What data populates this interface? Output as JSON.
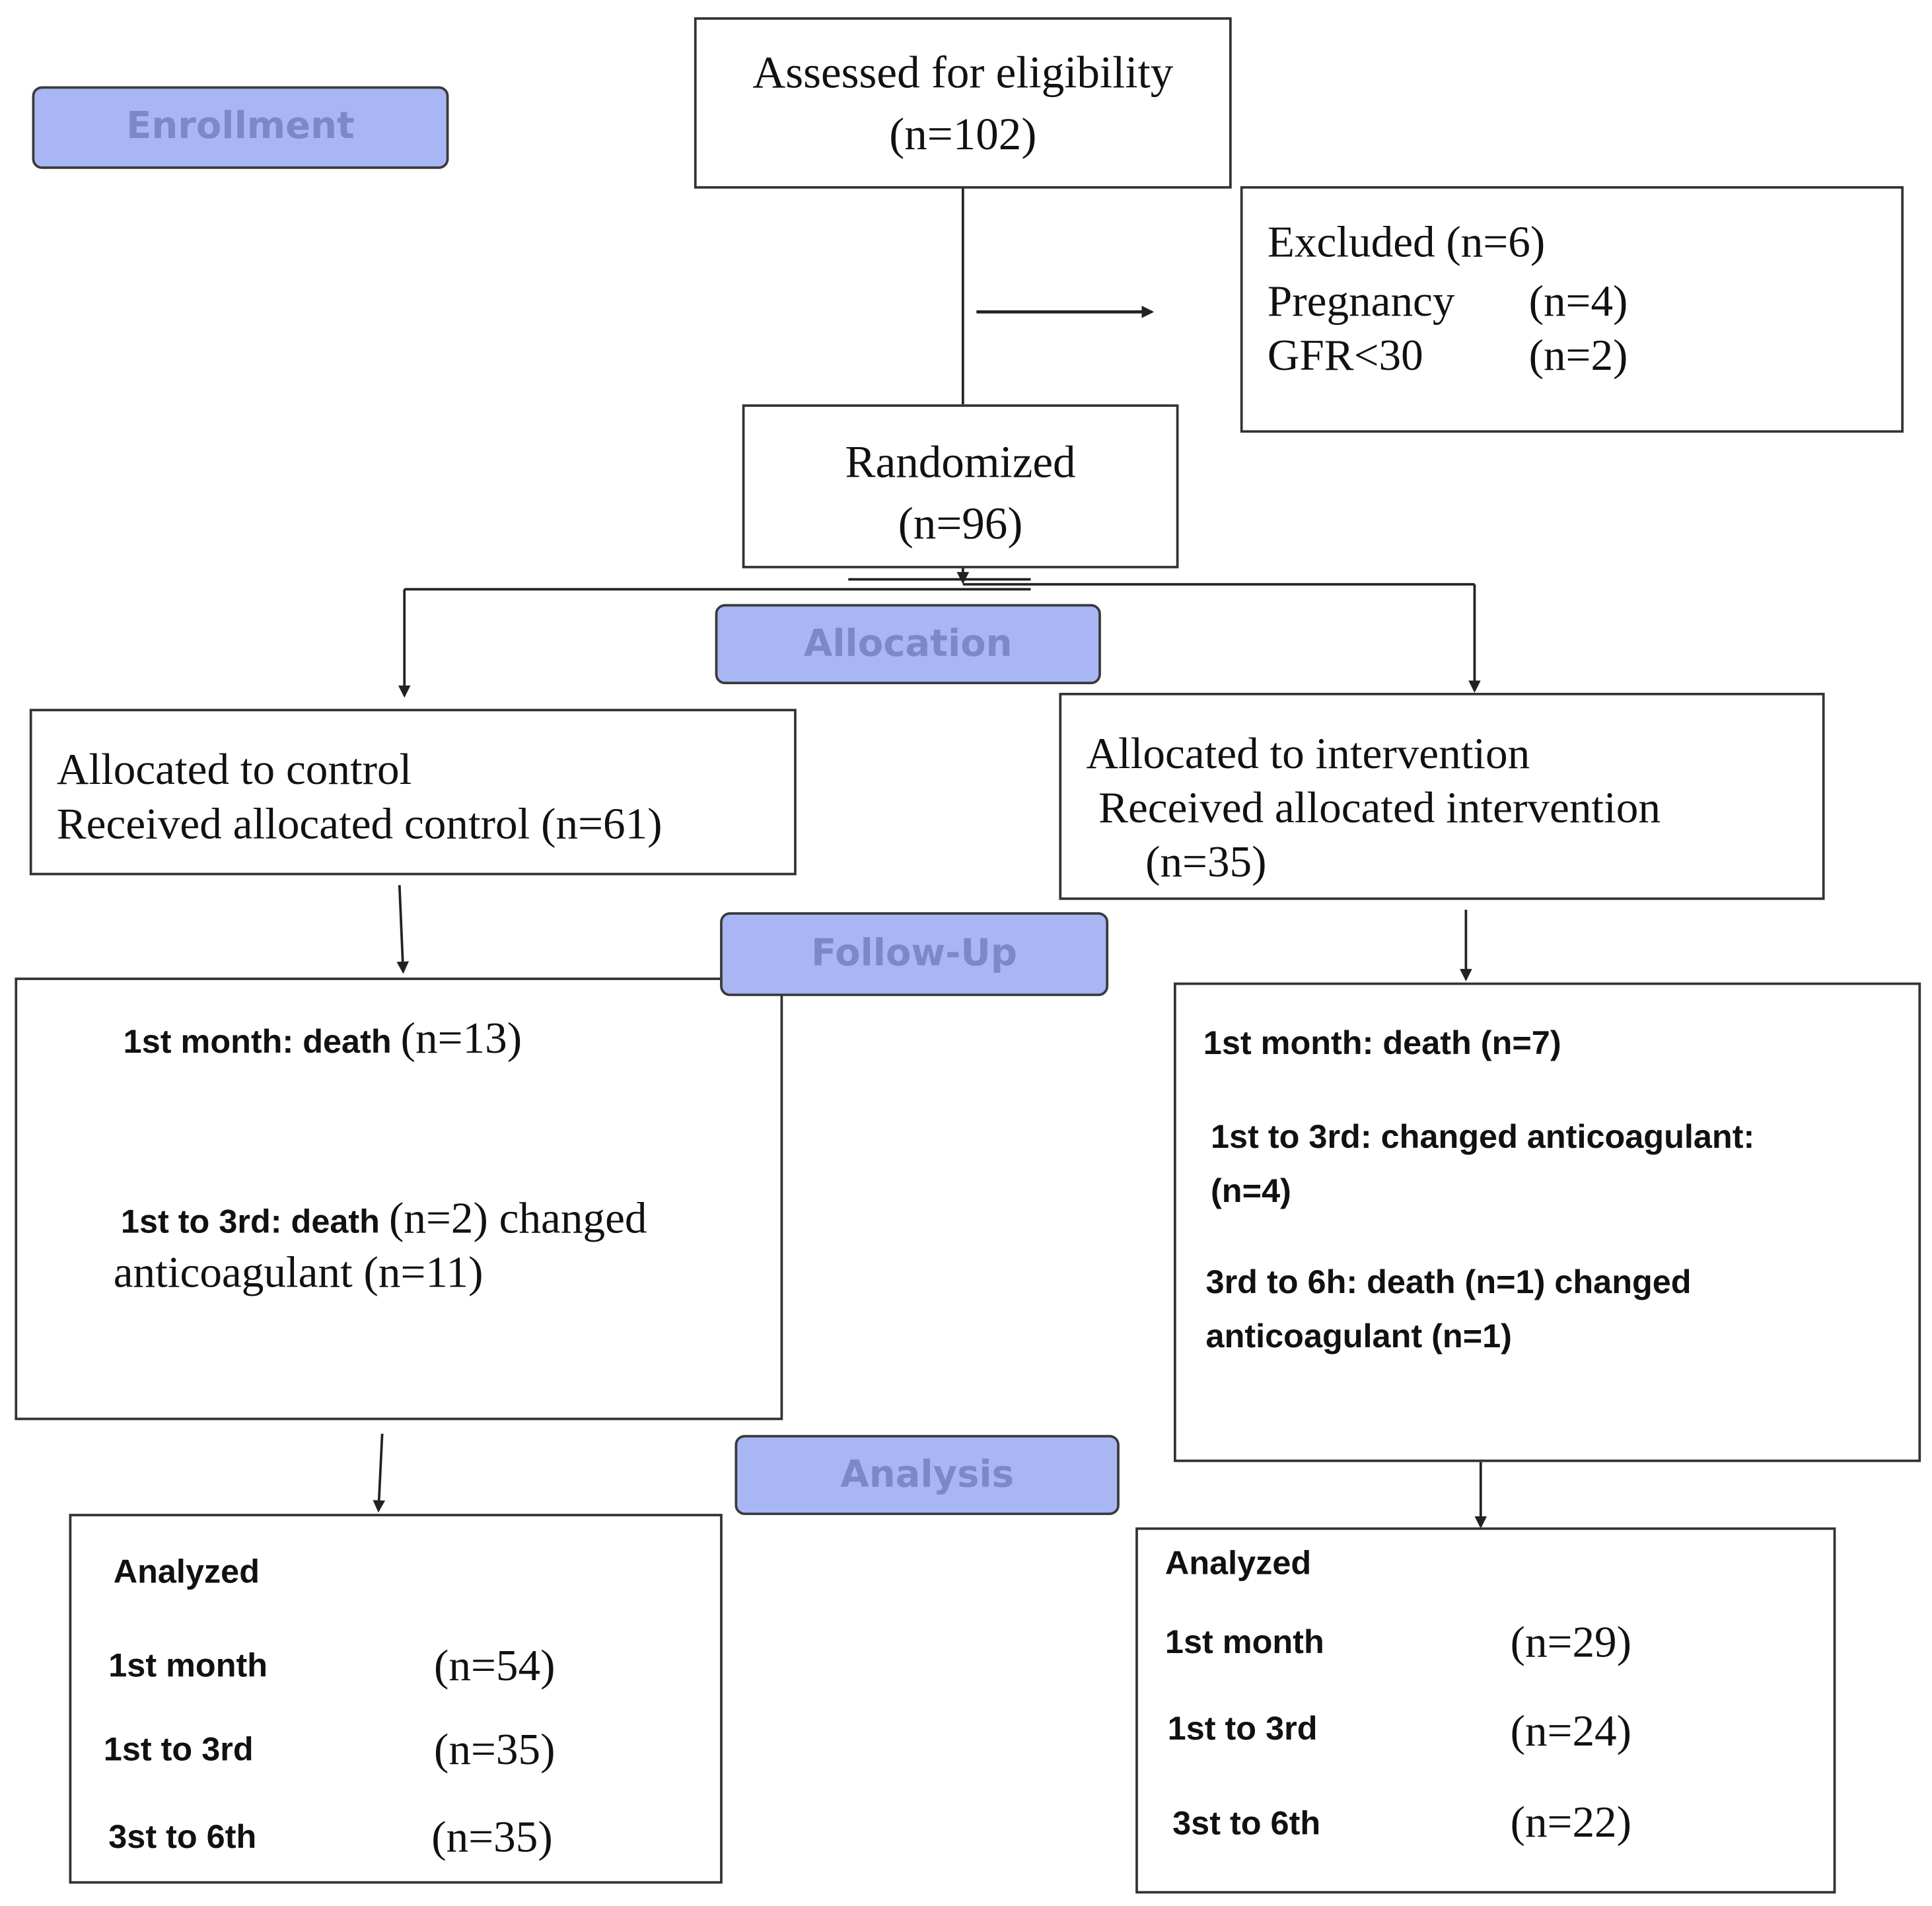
{
  "phases": {
    "enrollment": "Enrollment",
    "allocation": "Allocation",
    "follow_up": "Follow-Up",
    "analysis": "Analysis"
  },
  "assessed": {
    "line1": "Assessed for eligibility",
    "line2": "(n=102)"
  },
  "excluded": {
    "title": "Excluded (n=6)",
    "rows": [
      {
        "label": "Pregnancy",
        "value": "(n=4)"
      },
      {
        "label": "GFR<30",
        "value": "(n=2)"
      }
    ]
  },
  "randomized": {
    "line1": "Randomized",
    "line2": "(n=96)"
  },
  "control": {
    "alloc_line1": "Allocated to control",
    "alloc_line2": "Received allocated control (n=61)",
    "followup": {
      "l1_text": "1st month: death ",
      "l1_n": "(n=13)",
      "l2_text": "1st to 3rd: death ",
      "l2_rest": "(n=2) changed",
      "l3": "anticoagulant (n=11)"
    },
    "analysis": {
      "title": "Analyzed",
      "rows": [
        {
          "label": "1st month",
          "value": "(n=54)"
        },
        {
          "label": "1st to 3rd",
          "value": "(n=35)"
        },
        {
          "label": "3st to 6th",
          "value": "(n=35)"
        }
      ]
    }
  },
  "intervention": {
    "alloc_line1": "Allocated to intervention",
    "alloc_line2": "Received allocated intervention",
    "alloc_line3": "(n=35)",
    "followup": {
      "l1": "1st month: death (n=7)",
      "l2": "1st to 3rd: changed anticoagulant:",
      "l3": "(n=4)",
      "l4": "3rd to 6h: death (n=1) changed",
      "l5": "anticoagulant (n=1)"
    },
    "analysis": {
      "title": "Analyzed",
      "rows": [
        {
          "label": "1st month",
          "value": "(n=29)"
        },
        {
          "label": "1st to 3rd",
          "value": "(n=24)"
        },
        {
          "label": "3st to 6th",
          "value": "(n=22)"
        }
      ]
    }
  }
}
